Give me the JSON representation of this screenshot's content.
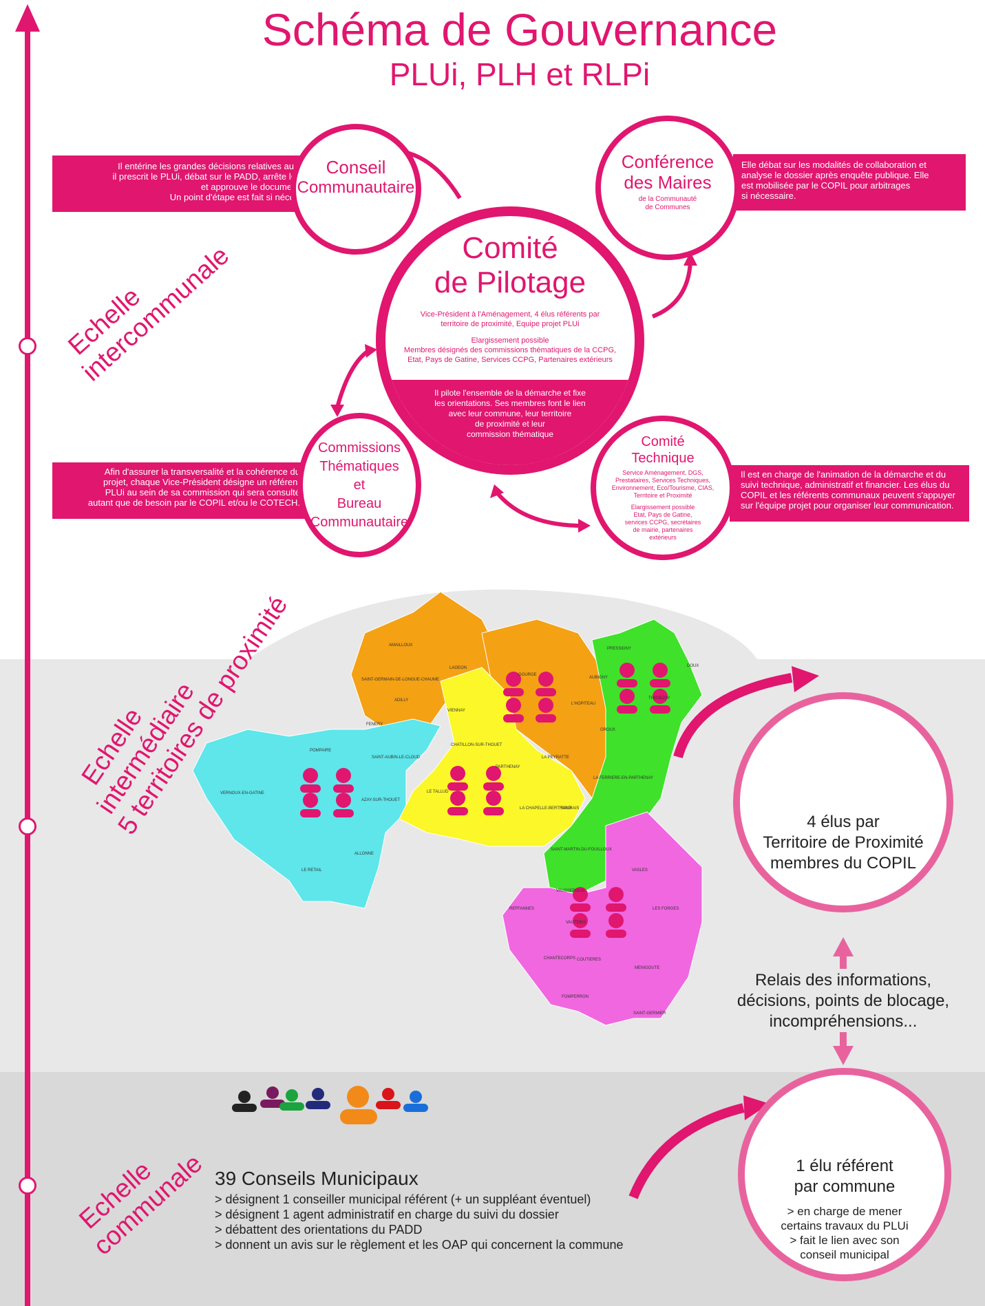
{
  "title": "Schéma de Gouvernance",
  "subtitle": "PLUi, PLH et RLPi",
  "scales": {
    "intercommunal_line1": "Echelle",
    "intercommunal_line2": "intercommunale",
    "intermediate_line1": "Echelle",
    "intermediate_line2": "intermédiaire",
    "intermediate_line3": "5 territoires de proximité",
    "communal_line1": "Echelle",
    "communal_line2": "communale"
  },
  "conseil": {
    "title_line1": "Conseil",
    "title_line2": "Communautaire",
    "desc_line1": "Il entérine les grandes décisions relatives au PLUi :",
    "desc_line2": "il prescrit le PLUi, débat sur le PADD, arrête le projet",
    "desc_line3": "et approuve le document final.",
    "desc_line4": "Un point d'étape est fait si nécessaire."
  },
  "conference": {
    "title_line1": "Conférence",
    "title_line2": "des Maires",
    "sub_line1": "de la Communauté",
    "sub_line2": "de Communes",
    "desc_line1": "Elle débat sur les modalités de collaboration et",
    "desc_line2": "analyse le dossier après enquête publique. Elle",
    "desc_line3": "est mobilisée par le COPIL pour arbitrages",
    "desc_line4": "si nécessaire."
  },
  "copil": {
    "title_line1": "Comité",
    "title_line2": "de Pilotage",
    "members_line1": "Vice-Président à l'Aménagement, 4 élus référents par",
    "members_line2": "territoire de proximité, Equipe projet PLUi",
    "ext_line1": "Elargissement possible",
    "ext_line2": "Membres désignés des commissions thématiques de la CCPG,",
    "ext_line3": "Etat, Pays de Gatine, Services CCPG, Partenaires extérieurs",
    "role_line1": "Il pilote l'ensemble de la démarche et fixe",
    "role_line2": "les orientations. Ses membres font le lien",
    "role_line3": "avec leur commune, leur territoire",
    "role_line4": "de proximité et leur",
    "role_line5": "commission thématique"
  },
  "commissions": {
    "title_line1": "Commissions",
    "title_line2": "Thématiques",
    "title_line3": "et",
    "title_line4": "Bureau",
    "title_line5": "Communautaire",
    "desc_line1": "Afin d'assurer la transversalité et la cohérence du",
    "desc_line2": "projet, chaque Vice-Président désigne un référent",
    "desc_line3": "PLUi au sein de sa commission qui sera consulté",
    "desc_line4": "autant que de besoin par le COPIL et/ou le COTECH."
  },
  "cotech": {
    "title_line1": "Comité",
    "title_line2": "Technique",
    "members_line1": "Service Aménagement, DGS,",
    "members_line2": "Prestataires, Services Techniques,",
    "members_line3": "Environnement, Eco/Tourisme, CIAS,",
    "members_line4": "Territoire et Proximité",
    "ext_line1": "Elargissement possible",
    "ext_line2": "Etat, Pays de Gatine,",
    "ext_line3": "services CCPG, secrétaires",
    "ext_line4": "de mairie, partenaires",
    "ext_line5": "extérieurs",
    "desc_line1": "Il est en charge de l'animation de la démarche et du",
    "desc_line2": "suivi technique, administratif et financier. Les élus du",
    "desc_line3": "COPIL et les référents communaux peuvent s'appuyer",
    "desc_line4": "sur l'équipe projet pour organiser leur communication."
  },
  "territory_circle": {
    "line1": "4 élus par",
    "line2": "Territoire de Proximité",
    "line3": "membres du COPIL"
  },
  "relay": {
    "line1": "Relais des informations,",
    "line2": "décisions, points de blocage,",
    "line3": "incompréhensions..."
  },
  "referent_circle": {
    "line1": "1 élu référent",
    "line2": "par commune",
    "detail_line1": "> en charge de mener",
    "detail_line2": "certains travaux du PLUi",
    "detail_line3": "> fait le lien avec son",
    "detail_line4": "conseil municipal"
  },
  "municipal": {
    "title": "39 Conseils Municipaux",
    "items": [
      "> désignent 1 conseiller municipal référent (+ un suppléant éventuel)",
      "> désignent 1  agent administratif en charge du suivi du dossier",
      "> débattent des orientations du PADD",
      "> donnent un avis sur le règlement et les OAP qui concernent la commune"
    ]
  },
  "map_labels": {
    "amailloux": "AMAILLOUX",
    "saint_germain": "SAINT-GERMAIN-DE-LONGUE-CHAUME",
    "adilly": "ADILLY",
    "fenery": "FENERY",
    "lageon": "LAGEON",
    "gourge": "GOURGE",
    "viennay": "VIENNAY",
    "chatillon": "CHATILLON-SUR-THOUET",
    "lhopiteau": "L'HOPITEAU",
    "la_peyratte": "LA PEYRATTE",
    "pressigny": "PRESSIGNY",
    "aubigny": "AUBIGNY",
    "doux": "DOUX",
    "thenezay": "THENEZAY",
    "oroux": "OROUX",
    "la_ferriere": "LA FERRIERE-EN-PARTHENAY",
    "pompaire": "POMPAIRE",
    "saint_aubin": "SAINT-AUBIN-LE-CLOUD",
    "vernoux": "VERNOUX-EN-GATINE",
    "azay": "AZAY-SUR-THOUET",
    "allonne": "ALLONNE",
    "le_retail": "LE RETAIL",
    "le_tallud": "LE TALLUD",
    "parthenay": "PARTHENAY",
    "belle_bertrand": "LA CHAPELLE-BERTRAND",
    "saurais": "SAURAIS",
    "saint_martin": "SAINT-MARTIN-DU-FOUILLOUX",
    "vausseroux": "VAUSSEROUX",
    "reffannes": "REFFANNES",
    "vautebis": "VAUTEBIS",
    "vasles": "VASLES",
    "les_forges": "LES FORGES",
    "clavecouts": "CHANTECORPS",
    "couhe": "COUTIERES",
    "menigoute": "MENIGOUTE",
    "fomperron": "FOMPERRON",
    "saint_germier": "SAINT-GERMIER"
  },
  "colors": {
    "accent": "#e0166f",
    "light_accent": "#e8639d",
    "orange": "#f4a114",
    "green": "#3fe12a",
    "cyan": "#5ee6ea",
    "yellow": "#fbf728",
    "pink_region": "#f067e0"
  }
}
